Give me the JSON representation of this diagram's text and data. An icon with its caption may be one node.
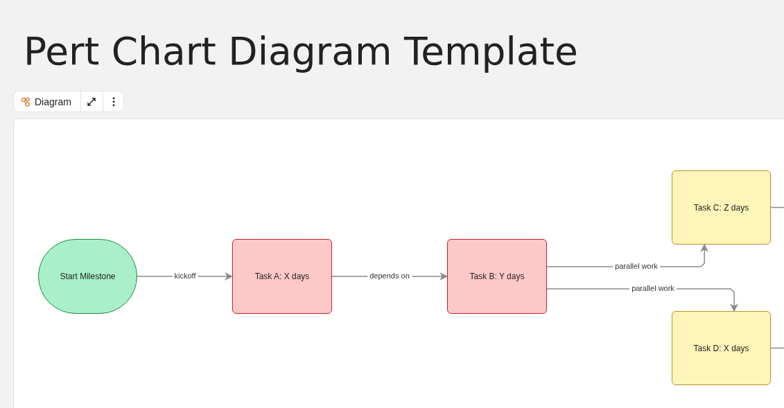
{
  "diagram": {
    "title": "Pert Chart Diagram Template",
    "nodes": [
      {
        "text": [
          "Start Milestone"
        ]
      },
      {
        "text": [
          "Task A: X days"
        ]
      },
      {
        "text": [
          "Task B: Y days"
        ]
      },
      {
        "text": [
          "Task C: Z days"
        ]
      },
      {
        "text": [
          "Task D: X days"
        ]
      }
    ],
    "edges": [
      {
        "from": 0,
        "to": 1,
        "arrow": "to",
        "label": "kickoff"
      },
      {
        "from": 1,
        "to": 2,
        "arrow": "to",
        "label": "depends on"
      },
      {
        "from": 2,
        "to": 3,
        "arrow": "to",
        "label": "parallel work"
      },
      {
        "from": 2,
        "to": 4,
        "arrow": "to",
        "label": "parallel work"
      },
      {
        "from": 3,
        "to": null,
        "arrow": "none"
      },
      {
        "from": 4,
        "to": null,
        "arrow": "none"
      }
    ],
    "labels": [
      "Diagram"
    ]
  }
}
